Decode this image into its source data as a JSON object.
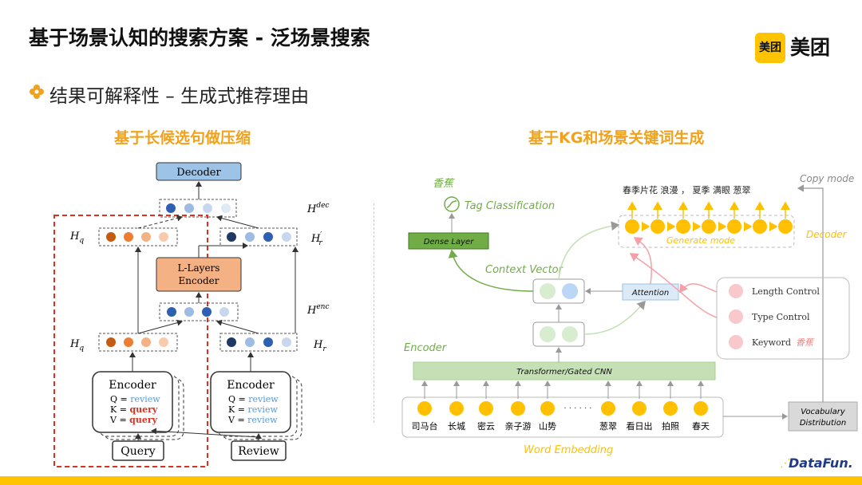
{
  "header": {
    "title": "基于场景认知的搜索方案 - 泛场景搜索",
    "logo_badge": "美团",
    "logo_text": "美团"
  },
  "bullet": {
    "text": "结果可解释性 – 生成式推荐理由"
  },
  "left_panel": {
    "heading": "基于长候选句做压缩",
    "decoder_label": "Decoder",
    "h_dec": "H",
    "h_dec_sup": "dec",
    "h_q_top": "H",
    "h_q_top_sub": "q",
    "h_r_prime": "H",
    "h_r_prime_sub": "r",
    "h_r_prime_sup": "′",
    "l_layers_line1": "L-Layers",
    "l_layers_line2": "Encoder",
    "h_enc": "H",
    "h_enc_sup": "enc",
    "h_q_mid": "H",
    "h_q_mid_sub": "q",
    "h_r_mid": "H",
    "h_r_mid_sub": "r",
    "encoder_q": {
      "title": "Encoder",
      "q_prefix": "Q = ",
      "q_value": "review",
      "k_prefix": "K = ",
      "k_value": "query",
      "v_prefix": "V = ",
      "v_value": "query"
    },
    "encoder_r": {
      "title": "Encoder",
      "q_prefix": "Q = ",
      "q_value": "review",
      "k_prefix": "K = ",
      "k_value": "review",
      "v_prefix": "V = ",
      "v_value": "review"
    },
    "query_label": "Query",
    "review_label": "Review"
  },
  "right_panel": {
    "heading": "基于KG和场景关键词生成",
    "tag_word": "香蕉",
    "tag_classification": "Tag Classification",
    "dense_layer": "Dense Layer",
    "context_vector": "Context Vector",
    "attention": "Attention",
    "encoder_label": "Encoder",
    "transformer_label": "Transformer/Gated CNN",
    "word_embedding": "Word Embedding",
    "generate_mode": "Generate mode",
    "decoder_label": "Decoder",
    "copy_mode": "Copy mode",
    "output_tokens": "春季片花 浪漫 ， 夏季 满眼 葱翠",
    "input_tokens": [
      "司马台",
      "长城",
      "密云",
      "亲子游",
      "山势",
      "葱翠",
      "看日出",
      "拍照",
      "春天"
    ],
    "ellipsis": "· · · · · ·",
    "controls": [
      "Length Control",
      "Type Control",
      "Keyword"
    ],
    "keyword_value": "香蕉",
    "vocabulary_line1": "Vocabulary",
    "vocabulary_line2": "Distribution"
  },
  "footer": {
    "brand": "DataFun."
  },
  "colors": {
    "accent_yellow": "#ffc300",
    "heading_orange": "#f0a21c",
    "decoder_blue": "#9dc3e6",
    "encoder_orange": "#f4b183",
    "dense_green": "#70ad47",
    "token_yellow": "#ffc000",
    "red_dashed": "#e03020"
  }
}
